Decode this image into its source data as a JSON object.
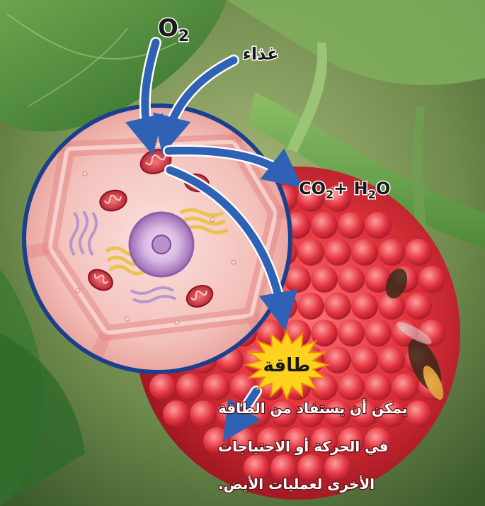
{
  "labels": {
    "oxygen": "O",
    "oxygen_sub": "2",
    "food": "غذاء",
    "products_co": "CO",
    "products_co_sub": "2",
    "products_plus": "+ H",
    "products_h_sub": "2",
    "products_o": "O",
    "energy": "طاقة",
    "caption_line1": "يمكن أن يستفاد من الطاقة",
    "caption_line2": "في الحركة أو الاحتياجات",
    "caption_line3": "الأخرى لعمليات الأيض."
  },
  "colors": {
    "arrow_blue": "#2f62b4",
    "circle_border": "#1b3f8f",
    "cell_pink": "#f3b9b4",
    "raspberry": "#d8262e",
    "leaf_green": "#4f8a3a",
    "starburst_yellow": "#ffd21f",
    "text_white": "#ffffff",
    "text_dark": "#1a1a1a"
  }
}
